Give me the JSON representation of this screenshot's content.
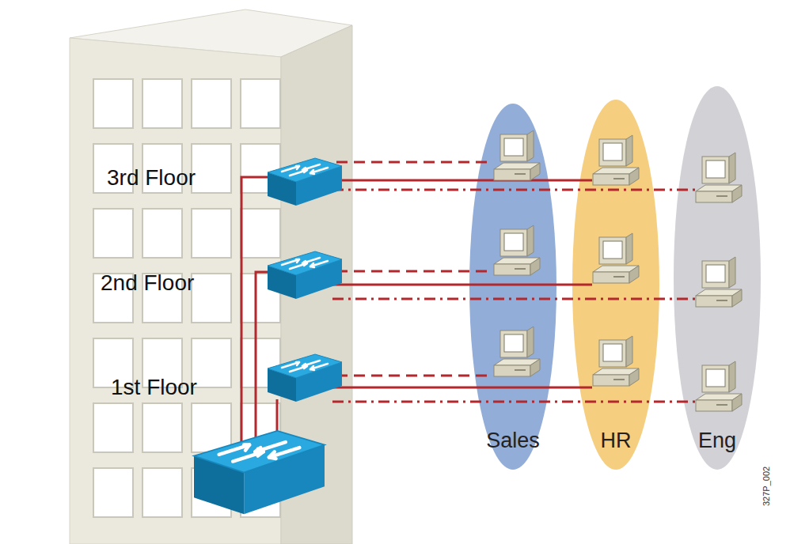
{
  "diagram": {
    "nodes": [
      {
        "text": [
          "Sales"
        ]
      },
      {
        "text": [
          "HR"
        ]
      },
      {
        "text": [
          "Eng"
        ]
      }
    ],
    "labels": [
      "3rd Floor",
      "2nd Floor",
      "1st Floor",
      "327P_002"
    ]
  }
}
